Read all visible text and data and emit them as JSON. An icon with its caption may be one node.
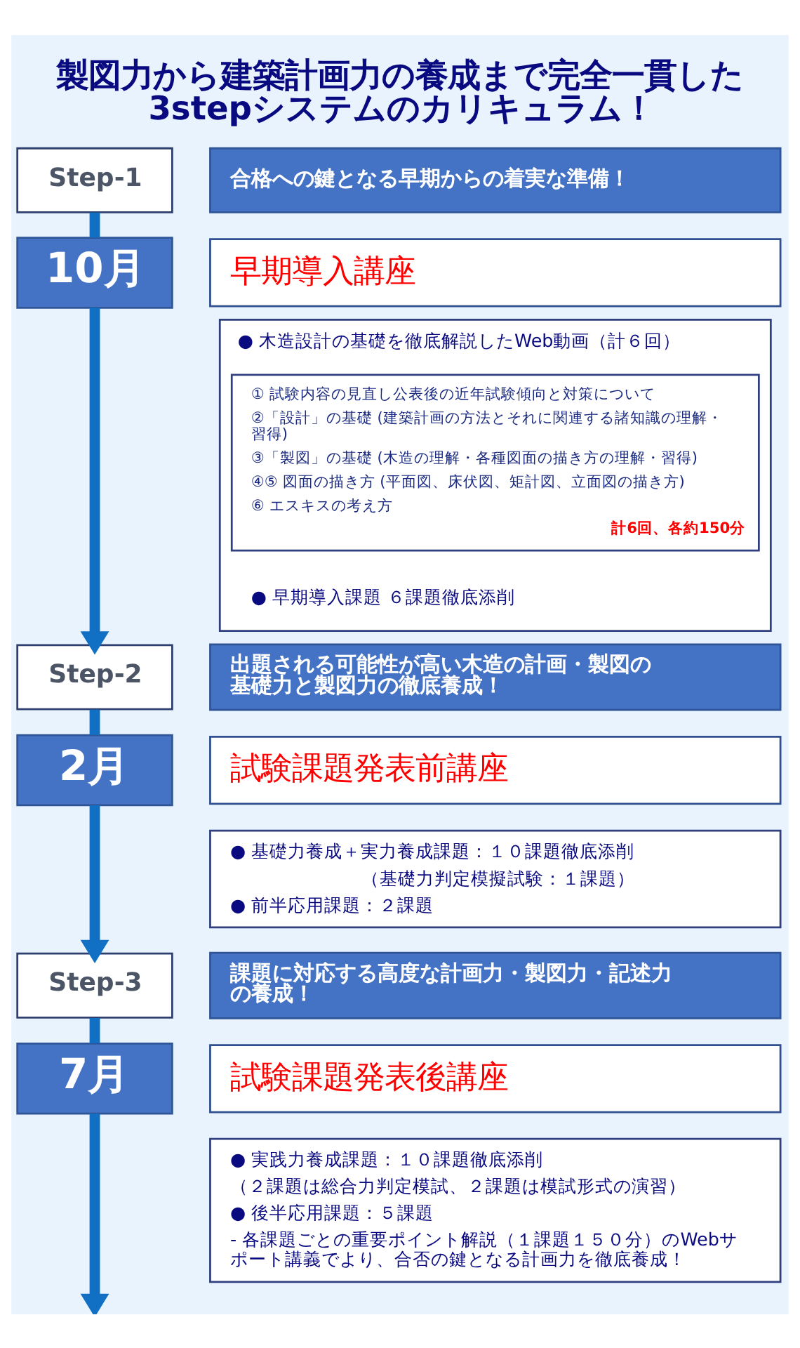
{
  "diagram": {
    "title": "製図力から建築計画力の養成まで完全一貫した3stepシステムのカリキュラム！",
    "nodes": [
      {
        "text": [
          "Step-1"
        ]
      },
      {
        "text": [
          "合格への鍵となる早期からの着実な準備！"
        ]
      },
      {
        "text": [
          "10月"
        ]
      },
      {
        "text": [
          "早期導入講座"
        ]
      },
      {
        "text": [
          "● 木造設計の基礎を徹底解説したWeb動画（計６回）",
          "● 早期導入課題 ６課題徹底添削"
        ]
      },
      {
        "text": [
          "① 試験内容の見直し公表後の近年試験傾向と対策について",
          "②「設計」の基礎 (建築計画の方法とそれに関連する諸知識の理解・習得)",
          "③「製図」の基礎 (木造の理解・各種図面の描き方の理解・習得)",
          "④⑤ 図面の描き方 (平面図、床伏図、矩計図、立面図の描き方)",
          "⑥ エスキスの考え方",
          "計6回、各約150分"
        ],
        "in": 4
      },
      {
        "text": [
          "Step-2"
        ]
      },
      {
        "text": [
          "出題される可能性が高い木造の計画・製図の基礎力と製図力の徹底養成！"
        ]
      },
      {
        "text": [
          "2月"
        ]
      },
      {
        "text": [
          "試験課題発表前講座"
        ]
      },
      {
        "text": [
          "● 基礎力養成＋実力養成課題：１０課題徹底添削",
          "（基礎力判定模擬試験：１課題）",
          "● 前半応用課題：２課題"
        ]
      },
      {
        "text": [
          "Step-3"
        ]
      },
      {
        "text": [
          "課題に対応する高度な計画力・製図力・記述力の養成！"
        ]
      },
      {
        "text": [
          "7月"
        ]
      },
      {
        "text": [
          "試験課題発表後講座"
        ]
      },
      {
        "text": [
          "● 実践力養成課題：１０課題徹底添削",
          "（２課題は総合力判定模試、２課題は模試形式の演習）",
          "● 後半応用課題：５課題",
          "- 各課題ごとの重要ポイント解説（１課題１５０分）のWebサポート講義でより、合否の鍵となる計画力を徹底養成！"
        ]
      }
    ],
    "edges": [
      {
        "from": 0,
        "to": 2,
        "arrow": "none"
      },
      {
        "from": 2,
        "to": 6,
        "arrow": "to"
      },
      {
        "from": 6,
        "to": 8,
        "arrow": "none"
      },
      {
        "from": 8,
        "to": 11,
        "arrow": "to"
      },
      {
        "from": 11,
        "to": 13,
        "arrow": "none"
      },
      {
        "from": 13,
        "to": null,
        "arrow": "to"
      }
    ]
  }
}
